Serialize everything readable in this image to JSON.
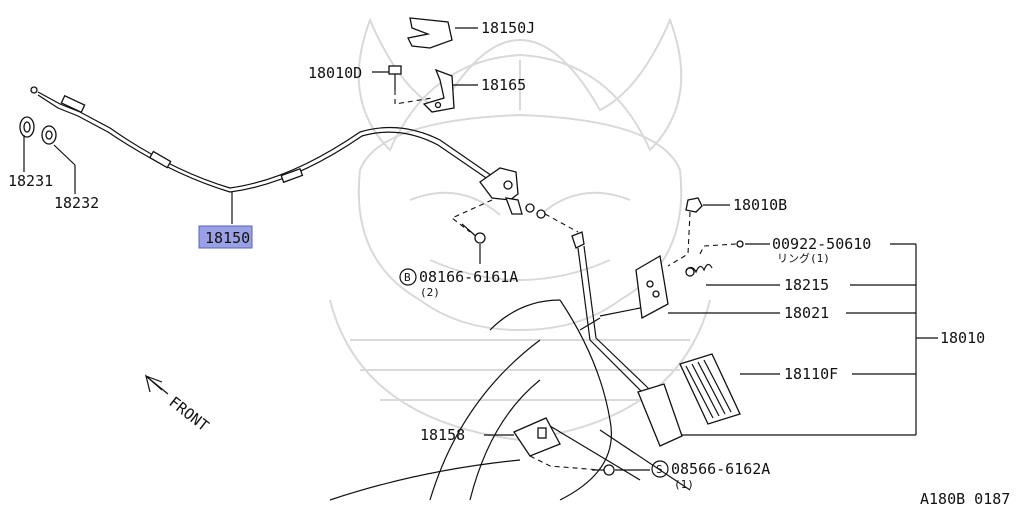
{
  "parts": {
    "p18150J": "18150J",
    "p18010D": "18010D",
    "p18165": "18165",
    "p18231": "18231",
    "p18232": "18232",
    "p18150": "18150",
    "p18010B": "18010B",
    "p00922": "00922-50610",
    "p00922_sub": "リング(1)",
    "p18215": "18215",
    "p18021": "18021",
    "p18010": "18010",
    "p18110F": "18110F",
    "p18158": "18158",
    "bolt_b": "08166-6161A",
    "bolt_b_qty": "(2)",
    "bolt_b_mark": "B",
    "screw_s": "08566-6162A",
    "screw_s_qty": "(1)",
    "screw_s_mark": "S"
  },
  "front_label": "FRONT",
  "footer_code": "A180B 0187",
  "highlight_color": "#9aa0e4"
}
